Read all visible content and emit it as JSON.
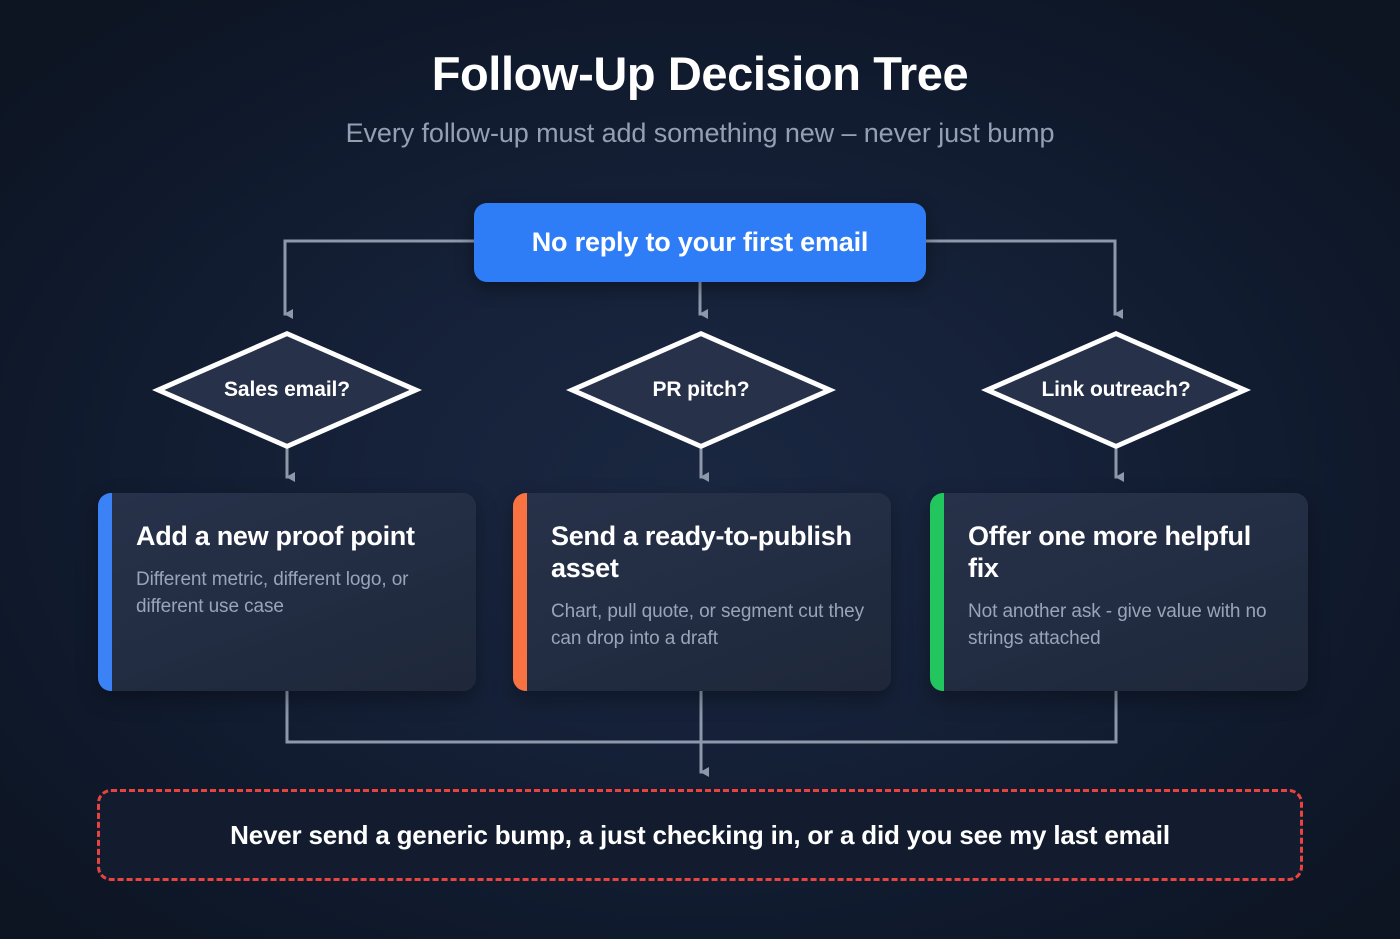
{
  "header": {
    "title": "Follow-Up Decision Tree",
    "subtitle": "Every follow-up must add something new – never just bump"
  },
  "root": {
    "label": "No reply to your first email",
    "color": "#2f7df6"
  },
  "decisions": [
    {
      "label": "Sales email?"
    },
    {
      "label": "PR pitch?"
    },
    {
      "label": "Link outreach?"
    }
  ],
  "outcomes": [
    {
      "title": "Add a new proof point",
      "description": "Different metric, different logo, or different use case",
      "accent": "#3b82f6"
    },
    {
      "title": "Send a ready-to-publish asset",
      "description": "Chart, pull quote, or segment cut they can drop into a draft",
      "accent": "#f97342"
    },
    {
      "title": "Offer one more helpful fix",
      "description": "Not another ask - give value with no strings attached",
      "accent": "#22c55e"
    }
  ],
  "banner": {
    "text": "Never send a generic bump, a just checking in, or a did you see my last email",
    "border_color": "#e8433f"
  },
  "connector": {
    "color": "#8d98ab"
  }
}
